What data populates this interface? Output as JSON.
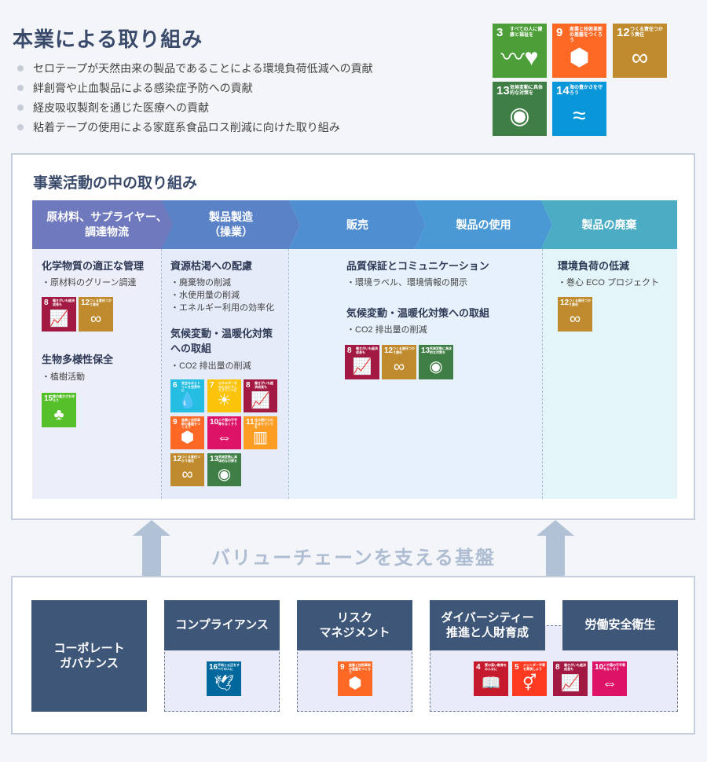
{
  "header": {
    "title": "本業による取り組み",
    "bullets": [
      "セロテープが天然由来の製品であることによる環境負荷低減への貢献",
      "絆創膏や止血製品による感染症予防への貢献",
      "経皮吸収製剤を通じた医療への貢献",
      "粘着テープの使用による家庭系食品ロス削減に向けた取り組み"
    ]
  },
  "header_sdgs": [
    {
      "num": "3",
      "text": "すべての人に健康と福祉を",
      "icon": "heartbeat-icon",
      "color": "#4c9f38"
    },
    {
      "num": "9",
      "text": "産業と技術革新の基盤をつくろう",
      "icon": "cubes-icon",
      "color": "#fd6925"
    },
    {
      "num": "12",
      "text": "つくる責任つかう責任",
      "icon": "infinity-icon",
      "color": "#bf8b2e"
    },
    {
      "num": "13",
      "text": "気候変動に具体的な対策を",
      "icon": "eye-globe-icon",
      "color": "#3f7e44"
    },
    {
      "num": "14",
      "text": "海の豊かさを守ろう",
      "icon": "fish-icon",
      "color": "#0a97d9"
    }
  ],
  "activities": {
    "title": "事業活動の中の取り組み",
    "stages": [
      {
        "line1": "原材料、サプライヤー、",
        "line2": "調達物流",
        "color": "#6f79bd"
      },
      {
        "line1": "製品製造",
        "line2": "（操業）",
        "color": "#5a82c7"
      },
      {
        "line1": "販売",
        "line2": "",
        "color": "#4f8fd1"
      },
      {
        "line1": "製品の使用",
        "line2": "",
        "color": "#4a99d4"
      },
      {
        "line1": "製品の廃棄",
        "line2": "",
        "color": "#4bacc4"
      }
    ],
    "col1": {
      "head1": "化学物質の適正な管理",
      "item1": "・原材料のグリーン調達",
      "head2": "生物多様性保全",
      "item2": "・植樹活動"
    },
    "col2": {
      "head1": "資源枯渇への配慮",
      "items": [
        "・廃棄物の削減",
        "・水使用量の削減",
        "・エネルギー利用の効率化"
      ],
      "head2a": "気候変動・温暖化対策",
      "head2b": "への取組",
      "item2": "・CO2 排出量の削減"
    },
    "col3": {
      "head1": "品質保証とコミュニケーション",
      "item1": "・環境ラベル、環境情報の開示",
      "head2": "気候変動・温暖化対策への取組",
      "item2": "・CO2 排出量の削減"
    },
    "col4": {
      "head1": "環境負荷の低減",
      "item1": "・巻心 ECO プロジェクト"
    }
  },
  "activity_sdgs": {
    "g8": {
      "num": "8",
      "text": "働きがいも経済成長も",
      "icon": "growth-chart-icon",
      "color": "#a21942"
    },
    "g12": {
      "num": "12",
      "text": "つくる責任つかう責任",
      "icon": "infinity-icon",
      "color": "#bf8b2e"
    },
    "g15": {
      "num": "15",
      "text": "陸の豊かさも守ろう",
      "icon": "tree-icon",
      "color": "#56c02b"
    },
    "g6": {
      "num": "6",
      "text": "安全な水とトイレを世界中に",
      "icon": "water-drop-icon",
      "color": "#26bde2"
    },
    "g7": {
      "num": "7",
      "text": "エネルギーをみんなにそしてクリーンに",
      "icon": "sun-icon",
      "color": "#fcc30b"
    },
    "g9": {
      "num": "9",
      "text": "産業と技術革新の基盤をつくろう",
      "icon": "cubes-icon",
      "color": "#fd6925"
    },
    "g10": {
      "num": "10",
      "text": "人や国の不平等をなくそう",
      "icon": "equality-icon",
      "color": "#dd1367"
    },
    "g11": {
      "num": "11",
      "text": "住み続けられるまちづくりを",
      "icon": "city-icon",
      "color": "#fd9d24"
    },
    "g13": {
      "num": "13",
      "text": "気候変動に具体的な対策を",
      "icon": "eye-globe-icon",
      "color": "#3f7e44"
    }
  },
  "foundation": {
    "title": "バリューチェーンを支える基盤",
    "governance": [
      "コーポレート",
      "ガバナンス"
    ],
    "compliance": "コンプライアンス",
    "risk": [
      "リスク",
      "マネジメント"
    ],
    "diversity": [
      "ダイバーシティー",
      "推進と人財育成"
    ],
    "safety": "労働安全衛生"
  },
  "foundation_sdgs": {
    "g16": {
      "num": "16",
      "text": "平和と公正をすべての人に",
      "icon": "dove-icon",
      "color": "#00689d"
    },
    "g9": {
      "num": "9",
      "text": "産業と技術革新の基盤をつくろう",
      "icon": "cubes-icon",
      "color": "#fd6925"
    },
    "g4": {
      "num": "4",
      "text": "質の高い教育をみんなに",
      "icon": "book-icon",
      "color": "#c5192d"
    },
    "g5": {
      "num": "5",
      "text": "ジェンダー平等を実現しよう",
      "icon": "gender-icon",
      "color": "#ff3a21"
    },
    "g8": {
      "num": "8",
      "text": "働きがいも経済成長も",
      "icon": "growth-chart-icon",
      "color": "#a21942"
    },
    "g10": {
      "num": "10",
      "text": "人や国の不平等をなくそう",
      "icon": "equality-icon",
      "color": "#dd1367"
    }
  }
}
